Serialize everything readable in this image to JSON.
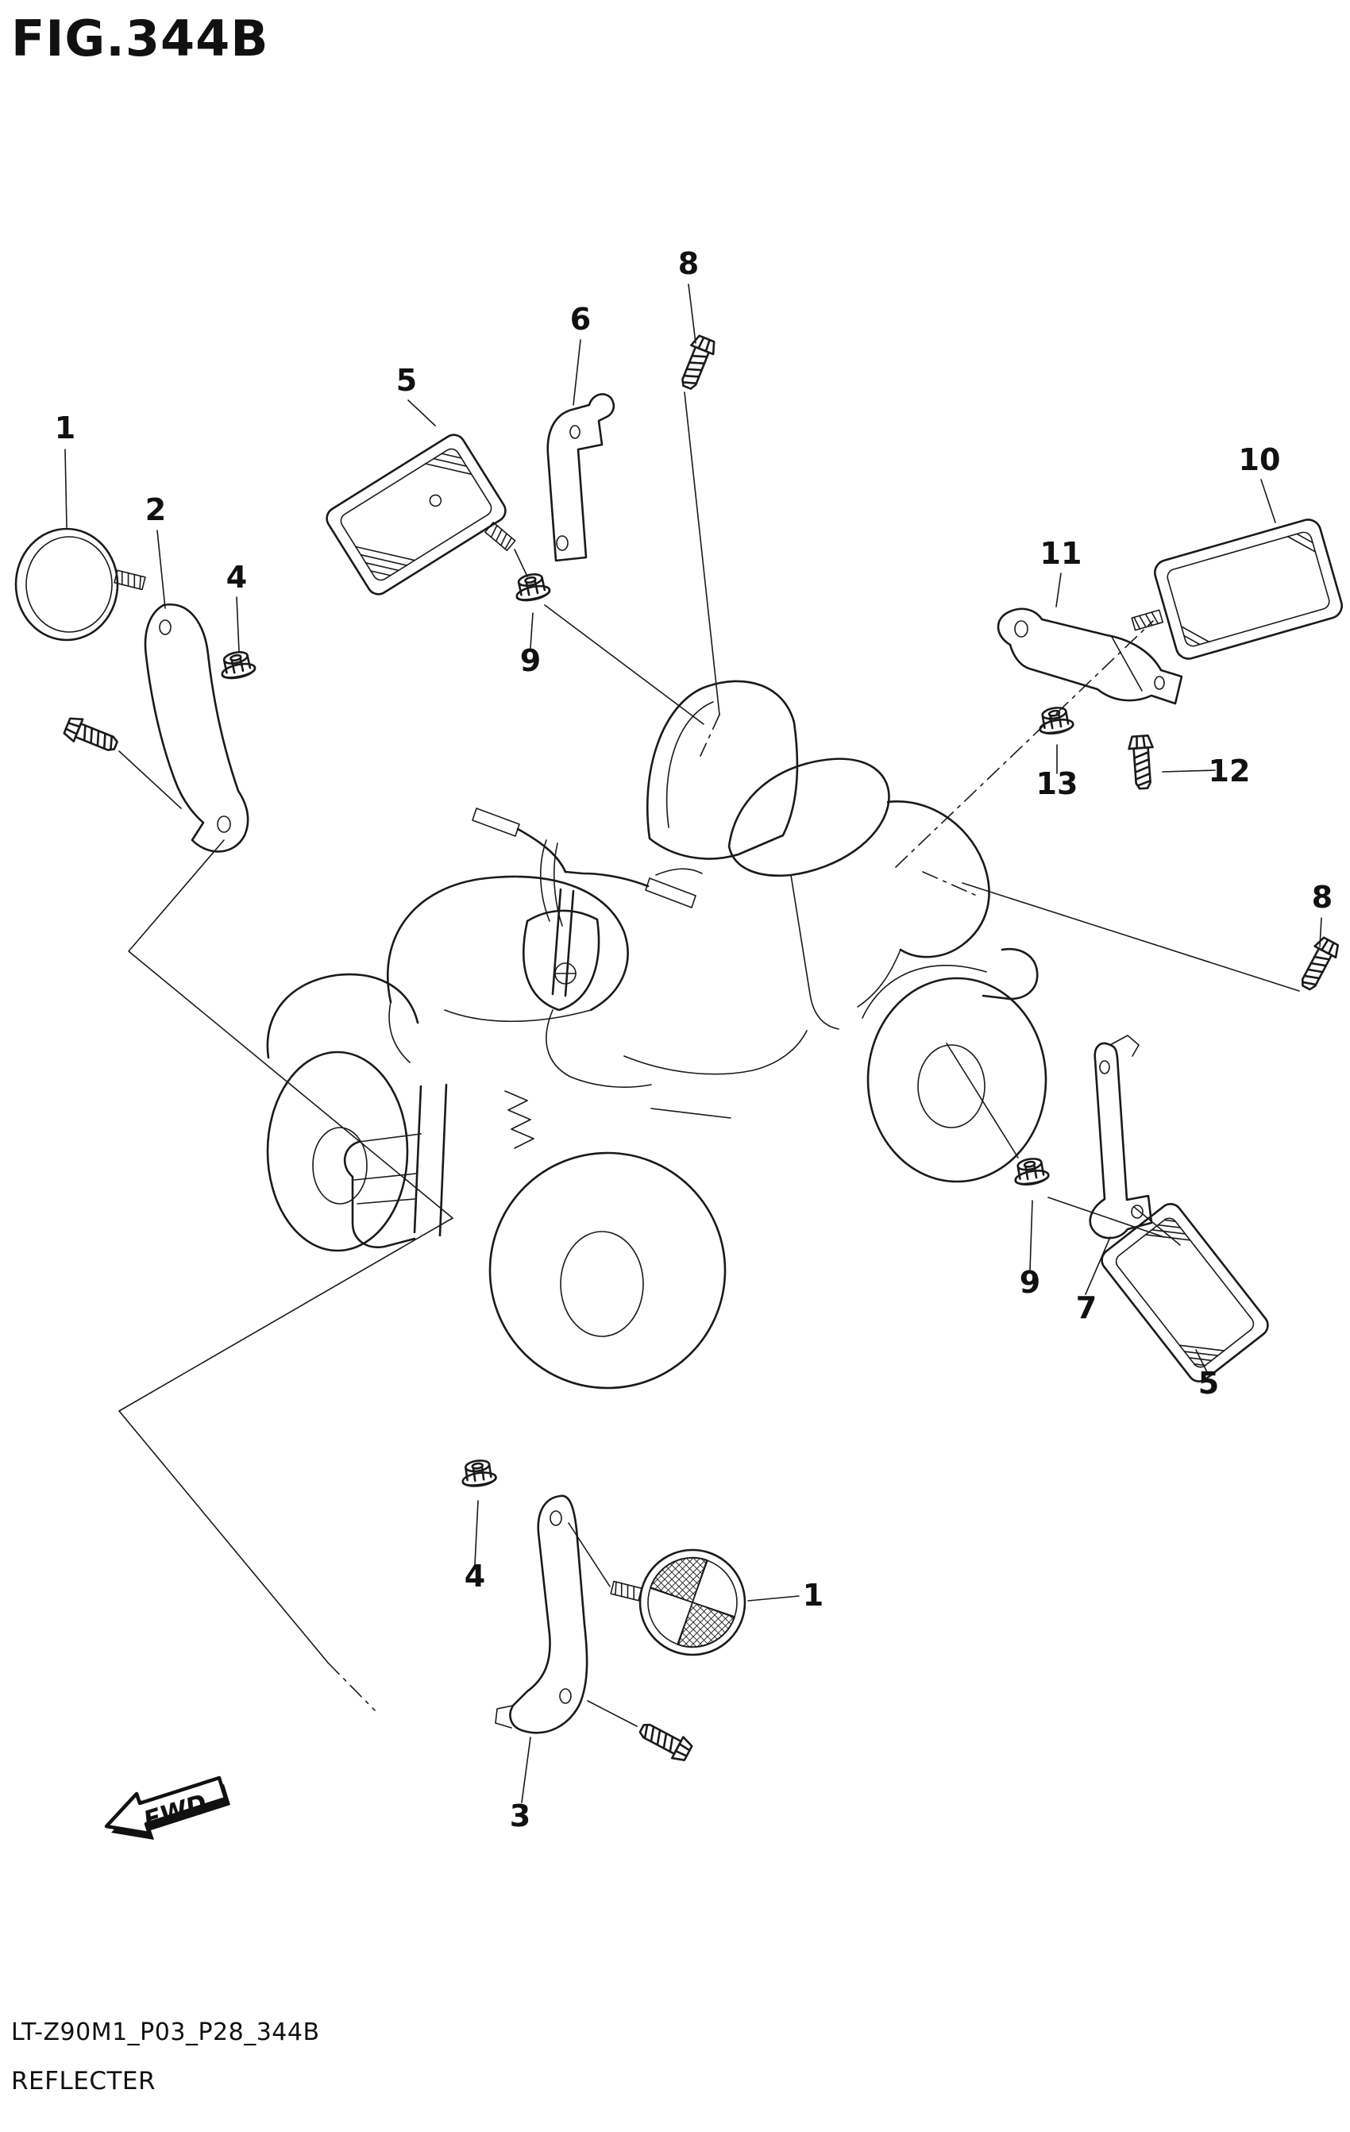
{
  "page": {
    "title": "FIG.344B",
    "footer_code": "LT-Z90M1_P03_P28_344B",
    "footer_name": "REFLECTER"
  },
  "diagram": {
    "fwd_label": "FWD",
    "ink_color": "#1a1a1a",
    "background_color": "#ffffff"
  },
  "callouts": [
    {
      "id": "callout-8-top",
      "ref": "8"
    },
    {
      "id": "callout-6",
      "ref": "6"
    },
    {
      "id": "callout-5-top",
      "ref": "5"
    },
    {
      "id": "callout-1-front",
      "ref": "1"
    },
    {
      "id": "callout-2",
      "ref": "2"
    },
    {
      "id": "callout-4-front",
      "ref": "4"
    },
    {
      "id": "callout-9-top",
      "ref": "9"
    },
    {
      "id": "callout-10",
      "ref": "10"
    },
    {
      "id": "callout-11",
      "ref": "11"
    },
    {
      "id": "callout-13",
      "ref": "13"
    },
    {
      "id": "callout-12",
      "ref": "12"
    },
    {
      "id": "callout-8-right",
      "ref": "8"
    },
    {
      "id": "callout-9-right",
      "ref": "9"
    },
    {
      "id": "callout-7",
      "ref": "7"
    },
    {
      "id": "callout-5-rear",
      "ref": "5"
    },
    {
      "id": "callout-4-rear",
      "ref": "4"
    },
    {
      "id": "callout-1-rear",
      "ref": "1"
    },
    {
      "id": "callout-3",
      "ref": "3"
    }
  ]
}
